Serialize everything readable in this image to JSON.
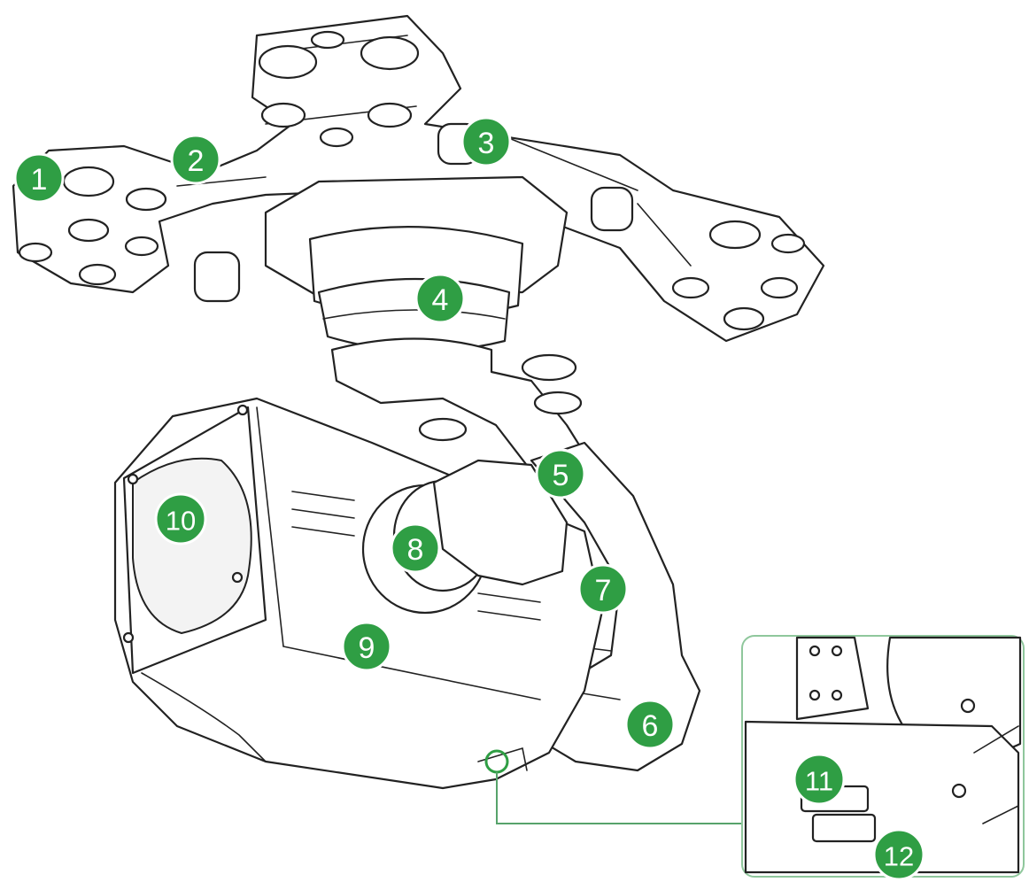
{
  "diagram": {
    "callouts": [
      {
        "id": "1",
        "label": "1"
      },
      {
        "id": "2",
        "label": "2"
      },
      {
        "id": "3",
        "label": "3"
      },
      {
        "id": "4",
        "label": "4"
      },
      {
        "id": "5",
        "label": "5"
      },
      {
        "id": "6",
        "label": "6"
      },
      {
        "id": "7",
        "label": "7"
      },
      {
        "id": "8",
        "label": "8"
      },
      {
        "id": "9",
        "label": "9"
      },
      {
        "id": "10",
        "label": "10"
      },
      {
        "id": "11",
        "label": "11"
      },
      {
        "id": "12",
        "label": "12"
      }
    ],
    "colors": {
      "badge_fill": "#2f9e44",
      "line": "#222222",
      "inset_border": "#8fc79c"
    }
  }
}
